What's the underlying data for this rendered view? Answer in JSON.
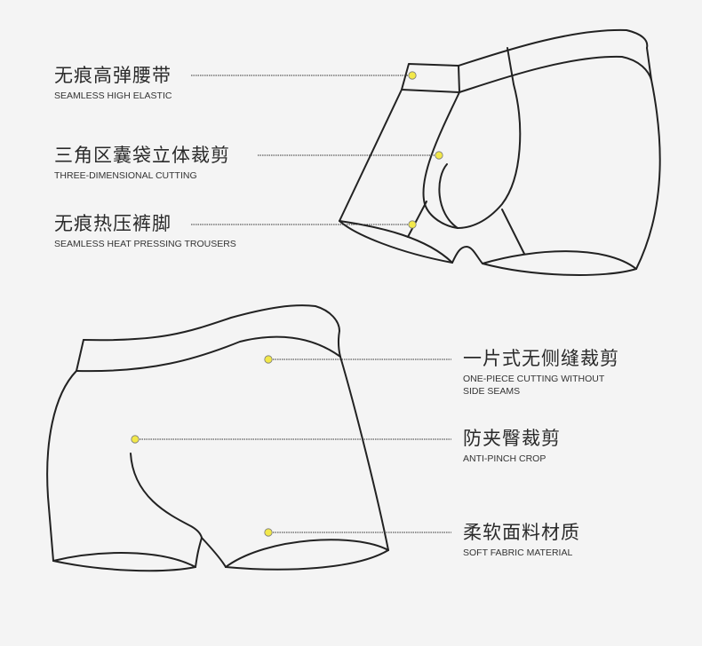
{
  "features_top": [
    {
      "zh": "无痕高弹腰带",
      "en": "SEAMLESS HIGH ELASTIC"
    },
    {
      "zh": "三角区囊袋立体裁剪",
      "en": "THREE-DIMENSIONAL CUTTING"
    },
    {
      "zh": "无痕热压裤脚",
      "en": "SEAMLESS HEAT PRESSING TROUSERS"
    }
  ],
  "features_bottom": [
    {
      "zh": "一片式无侧缝裁剪",
      "en": "ONE-PIECE CUTTING WITHOUT SIDE SEAMS"
    },
    {
      "zh": "防夹臀裁剪",
      "en": "ANTI-PINCH CROP"
    },
    {
      "zh": "柔软面料材质",
      "en": "SOFT FABRIC MATERIAL"
    }
  ],
  "colors": {
    "background": "#f4f4f4",
    "outline": "#222222",
    "marker_dot": "#f2e84a",
    "leader_line": "#333333"
  },
  "icons": {
    "marker": "yellow-dot"
  }
}
